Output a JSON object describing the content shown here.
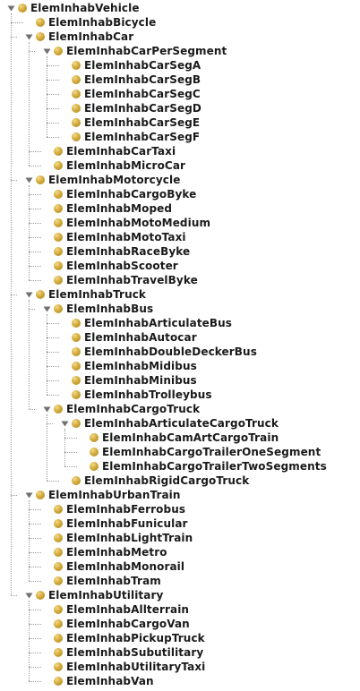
{
  "tree": {
    "label": "ElemInhabVehicle",
    "expanded": true,
    "children": [
      {
        "label": "ElemInhabBicycle"
      },
      {
        "label": "ElemInhabCar",
        "expanded": true,
        "children": [
          {
            "label": "ElemInhabCarPerSegment",
            "expanded": true,
            "children": [
              {
                "label": "ElemInhabCarSegA"
              },
              {
                "label": "ElemInhabCarSegB"
              },
              {
                "label": "ElemInhabCarSegC"
              },
              {
                "label": "ElemInhabCarSegD"
              },
              {
                "label": "ElemInhabCarSegE"
              },
              {
                "label": "ElemInhabCarSegF"
              }
            ]
          },
          {
            "label": "ElemInhabCarTaxi"
          },
          {
            "label": "ElemInhabMicroCar"
          }
        ]
      },
      {
        "label": "ElemInhabMotorcycle",
        "expanded": true,
        "children": [
          {
            "label": "ElemInhabCargoByke"
          },
          {
            "label": "ElemInhabMoped"
          },
          {
            "label": "ElemInhabMotoMedium"
          },
          {
            "label": "ElemInhabMotoTaxi"
          },
          {
            "label": "ElemInhabRaceByke"
          },
          {
            "label": "ElemInhabScooter"
          },
          {
            "label": "ElemInhabTravelByke"
          }
        ]
      },
      {
        "label": "ElemInhabTruck",
        "expanded": true,
        "children": [
          {
            "label": "ElemInhabBus",
            "expanded": true,
            "children": [
              {
                "label": "ElemInhabArticulateBus"
              },
              {
                "label": "ElemInhabAutocar"
              },
              {
                "label": "ElemInhabDoubleDeckerBus"
              },
              {
                "label": "ElemInhabMidibus"
              },
              {
                "label": "ElemInhabMinibus"
              },
              {
                "label": "ElemInhabTrolleybus"
              }
            ]
          },
          {
            "label": "ElemInhabCargoTruck",
            "expanded": true,
            "children": [
              {
                "label": "ElemInhabArticulateCargoTruck",
                "expanded": true,
                "children": [
                  {
                    "label": "ElemInhabCamArtCargoTrain"
                  },
                  {
                    "label": "ElemInhabCargoTrailerOneSegment"
                  },
                  {
                    "label": "ElemInhabCargoTrailerTwoSegments"
                  }
                ]
              },
              {
                "label": "ElemInhabRigidCargoTruck"
              }
            ]
          }
        ]
      },
      {
        "label": "ElemInhabUrbanTrain",
        "expanded": true,
        "children": [
          {
            "label": "ElemInhabFerrobus"
          },
          {
            "label": "ElemInhabFunicular"
          },
          {
            "label": "ElemInhabLightTrain"
          },
          {
            "label": "ElemInhabMetro"
          },
          {
            "label": "ElemInhabMonorail"
          },
          {
            "label": "ElemInhabTram"
          }
        ]
      },
      {
        "label": "ElemInhabUtilitary",
        "expanded": true,
        "children": [
          {
            "label": "ElemInhabAllterrain"
          },
          {
            "label": "ElemInhabCargoVan"
          },
          {
            "label": "ElemInhabPickupTruck"
          },
          {
            "label": "ElemInhabSubutilitary"
          },
          {
            "label": "ElemInhabUtilitaryTaxi"
          },
          {
            "label": "ElemInhabVan"
          }
        ]
      }
    ]
  },
  "colors": {
    "class_node": "#d4ac3b",
    "connector": "#9a9a9a",
    "expander": "#707070"
  },
  "icons": {
    "class_node": "class-node-icon",
    "expander": "expand-triangle-icon"
  }
}
